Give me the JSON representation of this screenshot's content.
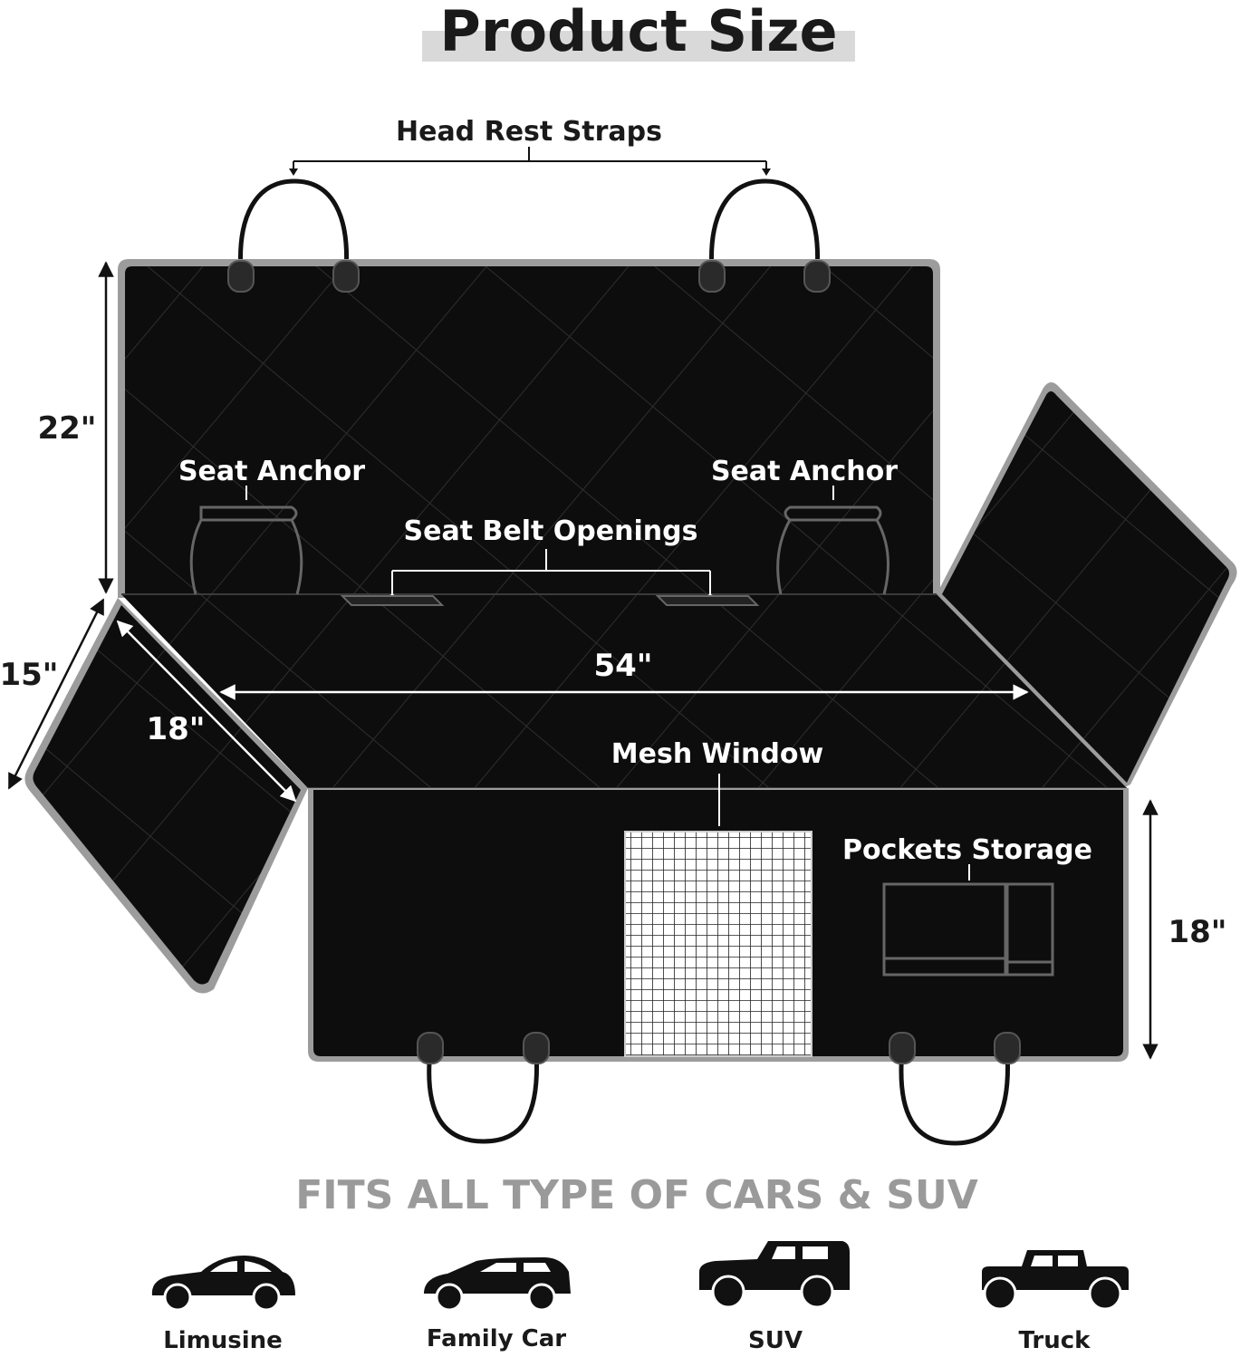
{
  "header": {
    "title": "Product Size"
  },
  "labels": {
    "head_rest_straps": "Head Rest Straps",
    "seat_anchor_left": "Seat Anchor",
    "seat_anchor_right": "Seat Anchor",
    "seat_belt_openings": "Seat Belt Openings",
    "mesh_window": "Mesh Window",
    "pockets_storage": "Pockets Storage"
  },
  "dimensions": {
    "back_height": "22\"",
    "width": "54\"",
    "side_flap_outer": "15\"",
    "side_flap_inner": "18\"",
    "front_drop": "18\""
  },
  "fits": {
    "headline": "FITS ALL TYPE OF CARS & SUV"
  },
  "vehicles": [
    {
      "label": "Limusine",
      "icon": "sedan-icon"
    },
    {
      "label": "Family Car",
      "icon": "wagon-icon"
    },
    {
      "label": "SUV",
      "icon": "suv-icon"
    },
    {
      "label": "Truck",
      "icon": "truck-icon"
    }
  ],
  "colors": {
    "cover_fill": "#0d0d0d",
    "cover_edge": "#9c9c9c",
    "title_band": "#d9d9d9",
    "fits_text": "#9a9a9a"
  }
}
